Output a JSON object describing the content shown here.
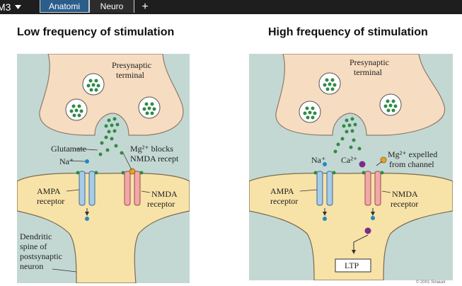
{
  "tabbar": {
    "app_label": "M3",
    "tabs": [
      {
        "label": "Anatomi",
        "active": false
      },
      {
        "label": "Neuro",
        "active": true
      }
    ],
    "add_tab_label": "+"
  },
  "colors": {
    "tabbar_bg": "#1e1e1e",
    "anatomi_tab": "#2a5d8a",
    "background_fluid": "#c4d8d3",
    "terminal_fill": "#f6dcc0",
    "vesicle_dot": "#2e8b46",
    "ampa_channel": "#a8cbe8",
    "nmda_channel": "#f0a8a8",
    "magnesium": "#e7a12b",
    "calcium": "#7b2c8c",
    "sodium": "#1d8ac6"
  },
  "left_panel": {
    "title": "Low frequency of stimulation",
    "labels": {
      "presynaptic": [
        "Presynaptic",
        "terminal"
      ],
      "glutamate": "Glutamate",
      "mg_blocks": [
        "Mg²⁺ blocks",
        "NMDA recept"
      ],
      "na": "Na⁺",
      "ampa": [
        "AMPA",
        "receptor"
      ],
      "nmda": [
        "NMDA",
        "receptor"
      ],
      "dendritic": [
        "Dendritic",
        "spine of",
        "postsynaptic",
        "neuron"
      ]
    }
  },
  "right_panel": {
    "title": "High frequency of stimulation",
    "labels": {
      "presynaptic": [
        "Presynaptic",
        "terminal"
      ],
      "na": "Na⁺",
      "ca": "Ca²⁺",
      "mg_expelled": [
        "Mg²⁺ expelled",
        "from channel"
      ],
      "ampa": [
        "AMPA",
        "receptor"
      ],
      "nmda": [
        "NMDA",
        "receptor"
      ],
      "ltp": "LTP"
    }
  },
  "copyright": "© 2001 Sinauer"
}
